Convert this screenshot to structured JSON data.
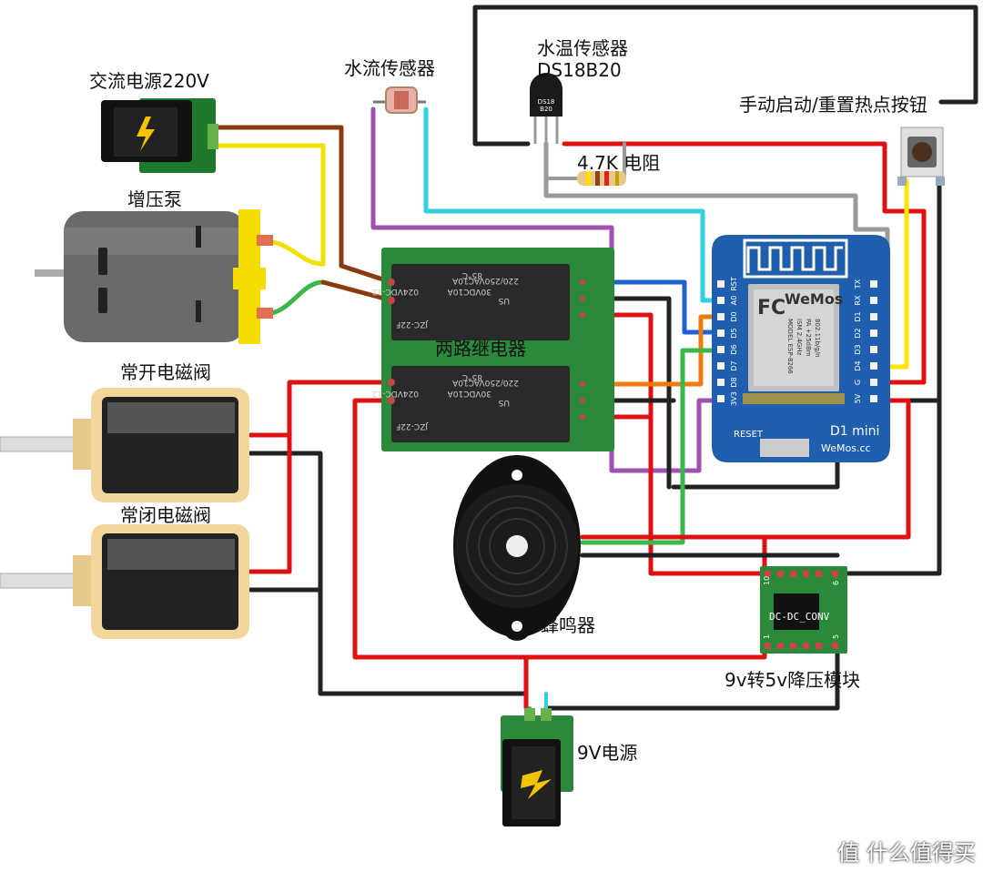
{
  "labels": {
    "ac_power": "交流电源220V",
    "pump": "增压泵",
    "valve_no": "常开电磁阀",
    "valve_nc": "常闭电磁阀",
    "flow_sensor": "水流传感器",
    "temp_sensor_line1": "水温传感器",
    "temp_sensor_line2": "DS18B20",
    "resistor": "4.7K 电阻",
    "button": "手动启动/重置热点按钮",
    "relay": "两路继电器",
    "buzzer": "蜂鸣器",
    "buck": "9v转5v降压模块",
    "dc_power": "9V电源"
  },
  "relay_module": {
    "relay_text_1": "024VDC-12",
    "relay_text_2": "30VDC10A",
    "relay_text_3": "220/250VAC10A",
    "relay_text_4": "85°C",
    "relay_text_5": "JZC-22F",
    "relay_text_6": "US"
  },
  "d1mini": {
    "model": "MODEL ESP-8266",
    "brand": "WeMos",
    "board_name": "D1 mini",
    "site": "WeMos.cc",
    "reset": "RESET",
    "ism": "ISM 2.4GHz",
    "pa": "PA +25dBm",
    "std": "802.11b/g/n",
    "pins_left": [
      "RST",
      "A0",
      "D0",
      "D5",
      "D6",
      "D7",
      "D8",
      "3V3"
    ],
    "pins_right": [
      "TX",
      "RX",
      "D1",
      "D2",
      "D3",
      "D4",
      "G",
      "5V"
    ]
  },
  "ds18b20_marking": [
    "DS18",
    "B20"
  ],
  "buck_module": {
    "chip_label": "DC-DC_CONV",
    "pin_top_left": "10",
    "pin_top_right": "6",
    "pin_bottom_left": "1",
    "pin_bottom_right": "5"
  },
  "watermark": "值 什么值得买"
}
